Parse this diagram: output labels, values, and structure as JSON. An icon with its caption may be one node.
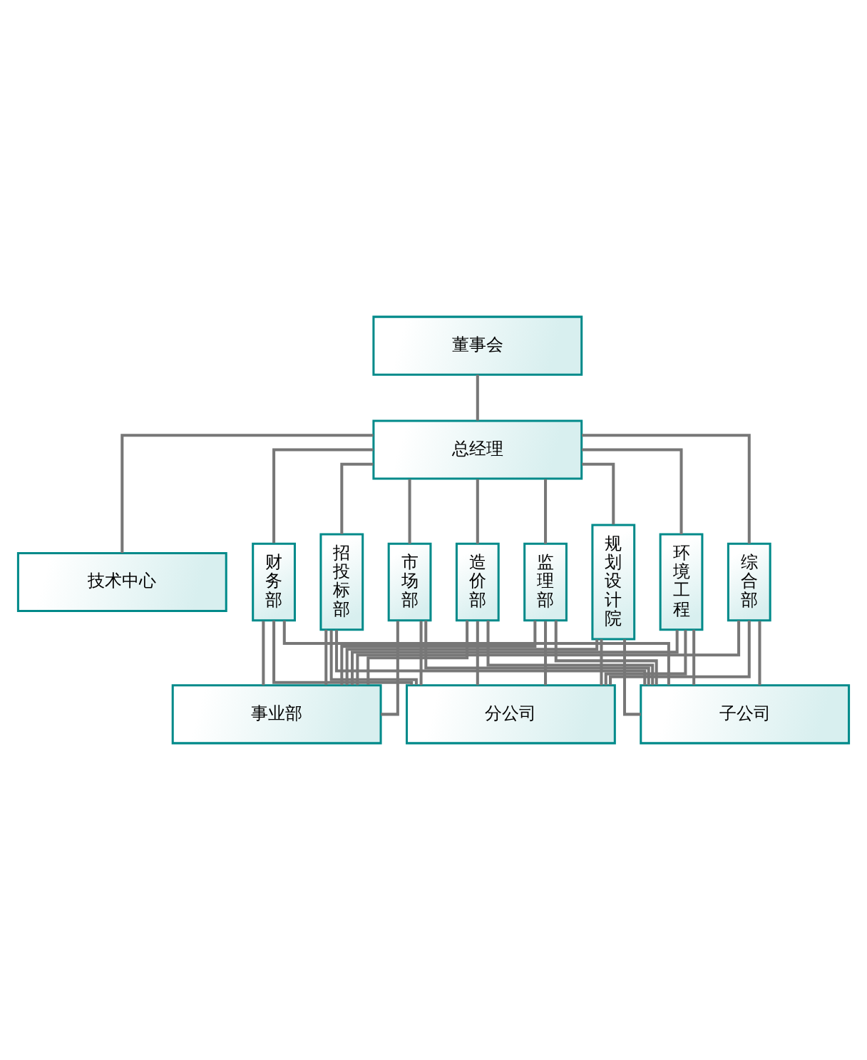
{
  "diagram": {
    "nodes": [
      {
        "text": [
          "董事会"
        ]
      },
      {
        "text": [
          "总经理"
        ]
      },
      {
        "text": [
          "技术中心"
        ]
      },
      {
        "text": [
          "综合部"
        ]
      },
      {
        "text": [
          "财务部"
        ]
      },
      {
        "text": [
          "招投标部"
        ]
      },
      {
        "text": [
          "市场部"
        ]
      },
      {
        "text": [
          "造价部"
        ]
      },
      {
        "text": [
          "监理部"
        ]
      },
      {
        "text": [
          "规划设计院"
        ]
      },
      {
        "text": [
          "环境工程"
        ]
      },
      {
        "text": [
          "事业部"
        ]
      },
      {
        "text": [
          "分公司"
        ]
      },
      {
        "text": [
          "子公司"
        ]
      }
    ],
    "edges": [
      {
        "from": 0,
        "to": 1,
        "arrow": "none"
      },
      {
        "from": 1,
        "to": 2,
        "arrow": "none"
      },
      {
        "from": 1,
        "to": 3,
        "arrow": "none"
      },
      {
        "from": 1,
        "to": 4,
        "arrow": "none"
      },
      {
        "from": 1,
        "to": 5,
        "arrow": "none"
      },
      {
        "from": 1,
        "to": 6,
        "arrow": "none"
      },
      {
        "from": 1,
        "to": 7,
        "arrow": "none"
      },
      {
        "from": 1,
        "to": 8,
        "arrow": "none"
      },
      {
        "from": 1,
        "to": 9,
        "arrow": "none"
      },
      {
        "from": 1,
        "to": 10,
        "arrow": "none"
      },
      {
        "from": 3,
        "to": 11,
        "arrow": "none"
      },
      {
        "from": 3,
        "to": 12,
        "arrow": "none"
      },
      {
        "from": 3,
        "to": 13,
        "arrow": "none"
      },
      {
        "from": 4,
        "to": 11,
        "arrow": "none"
      },
      {
        "from": 4,
        "to": 12,
        "arrow": "none"
      },
      {
        "from": 4,
        "to": 13,
        "arrow": "none"
      },
      {
        "from": 5,
        "to": 11,
        "arrow": "none"
      },
      {
        "from": 5,
        "to": 12,
        "arrow": "none"
      },
      {
        "from": 5,
        "to": 13,
        "arrow": "none"
      },
      {
        "from": 6,
        "to": 11,
        "arrow": "none"
      },
      {
        "from": 6,
        "to": 12,
        "arrow": "none"
      },
      {
        "from": 6,
        "to": 13,
        "arrow": "none"
      },
      {
        "from": 7,
        "to": 11,
        "arrow": "none"
      },
      {
        "from": 7,
        "to": 12,
        "arrow": "none"
      },
      {
        "from": 7,
        "to": 13,
        "arrow": "none"
      },
      {
        "from": 8,
        "to": 11,
        "arrow": "none"
      },
      {
        "from": 8,
        "to": 12,
        "arrow": "none"
      },
      {
        "from": 8,
        "to": 13,
        "arrow": "none"
      },
      {
        "from": 9,
        "to": 11,
        "arrow": "none"
      },
      {
        "from": 9,
        "to": 12,
        "arrow": "none"
      },
      {
        "from": 9,
        "to": 13,
        "arrow": "none"
      },
      {
        "from": 10,
        "to": 11,
        "arrow": "none"
      },
      {
        "from": 10,
        "to": 12,
        "arrow": "none"
      },
      {
        "from": 10,
        "to": 13,
        "arrow": "none"
      }
    ]
  }
}
